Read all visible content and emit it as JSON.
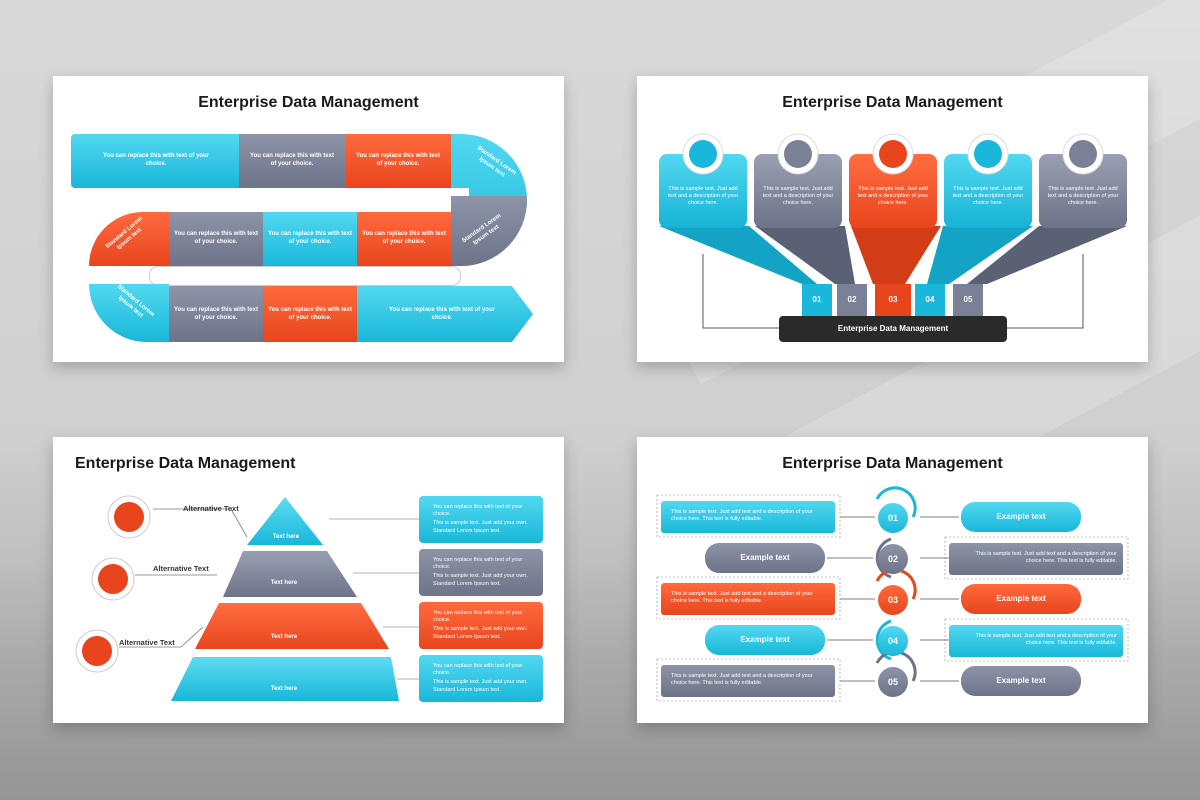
{
  "slide1": {
    "title": "Enterprise Data Management",
    "row1": [
      "You can replace this with text of your choice.",
      "You can replace this with text of your choice.",
      "You can replace this with text of your choice."
    ],
    "row2": [
      "You can replace this with text of your choice.",
      "You can replace this with text of your choice.",
      "You can replace this with text of your choice."
    ],
    "row3": [
      "You can replace this with text of your choice.",
      "You can replace this with text of your choice.",
      "You can replace this with text of your choice."
    ],
    "bends": [
      "Standard Lorem Ipsum text",
      "Standard Lorem Ipsum text",
      "Standard Lorem Ipsum text",
      "Standard Lorem Ipsum text"
    ]
  },
  "slide2": {
    "title": "Enterprise Data Management",
    "cards": [
      "This is sample text. Just add text and a description of your choice here.",
      "This is sample text. Just add text and a description of your choice here.",
      "This is sample text. Just add text and a description of your choice here.",
      "This is sample text. Just add text and a description of your choice here.",
      "This is sample text. Just add text and a description of your choice here."
    ],
    "numbers": [
      "01",
      "02",
      "03",
      "04",
      "05"
    ],
    "base_label": "Enterprise Data Management"
  },
  "slide3": {
    "title": "Enterprise Data Management",
    "alt_labels": [
      "Alternative Text",
      "Alternative Text",
      "Alternative Text"
    ],
    "tiers": [
      "Text here",
      "Text here",
      "Text here",
      "Text here"
    ],
    "notes": [
      {
        "line1": "You can replace this with text of your choice.",
        "line2": "This is sample text. Just add your own.",
        "line3": "Standard Lorem Ipsum text."
      },
      {
        "line1": "You can replace this with text of your choice.",
        "line2": "This is sample text. Just add your own.",
        "line3": "Standard Lorem Ipsum text."
      },
      {
        "line1": "You can replace this with text of your choice.",
        "line2": "This is sample text. Just add your own.",
        "line3": "Standard Lorem Ipsum text."
      },
      {
        "line1": "You can replace this with text of your choice.",
        "line2": "This is sample text. Just add your own.",
        "line3": "Standard Lorem Ipsum text."
      }
    ]
  },
  "slide4": {
    "title": "Enterprise Data Management",
    "numbers": [
      "01",
      "02",
      "03",
      "04",
      "05"
    ],
    "desc": "This is sample text. Just add text and a description of your choice here. This text is fully editable.",
    "pill": "Example text"
  },
  "colors": {
    "teal": "#19b7d9",
    "grey": "#6d7388",
    "orange": "#e8451d",
    "dark": "#222222"
  }
}
